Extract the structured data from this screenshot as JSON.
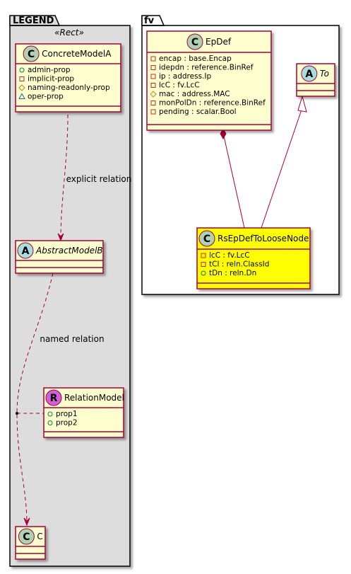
{
  "packages": {
    "legend": {
      "title": "LEGEND",
      "stereotype": "«Rect»"
    },
    "fv": {
      "title": "fv"
    }
  },
  "classes": {
    "concrete_model_a": {
      "kind": "C",
      "name": "ConcreteModelA",
      "italic": false,
      "members": [
        {
          "vis": "+",
          "text": "admin-prop"
        },
        {
          "vis": "-",
          "text": "implicit-prop"
        },
        {
          "vis": "#",
          "text": "naming-readonly-prop"
        },
        {
          "vis": "~",
          "text": "oper-prop"
        }
      ]
    },
    "abstract_model_b": {
      "kind": "A",
      "name": "AbstractModelB",
      "italic": true,
      "members": []
    },
    "relation_model": {
      "kind": "R",
      "name": "RelationModel",
      "italic": false,
      "members": [
        {
          "vis": "+",
          "text": "prop1"
        },
        {
          "vis": "+",
          "text": "prop2"
        }
      ]
    },
    "c": {
      "kind": "C",
      "name": "C",
      "italic": false,
      "members": []
    },
    "ep_def": {
      "kind": "C",
      "name": "EpDef",
      "italic": false,
      "members": [
        {
          "vis": "-",
          "text": "encap : base.Encap"
        },
        {
          "vis": "-",
          "text": "idepdn : reference.BinRef"
        },
        {
          "vis": "-",
          "text": "ip : address.Ip"
        },
        {
          "vis": "-",
          "text": "lcC : fv.LcC"
        },
        {
          "vis": "#",
          "text": "mac : address.MAC"
        },
        {
          "vis": "-",
          "text": "monPolDn : reference.BinRef"
        },
        {
          "vis": "-",
          "text": "pending : scalar.Bool"
        }
      ]
    },
    "to": {
      "kind": "A",
      "name": "To",
      "italic": true,
      "members": []
    },
    "rs_ep_def_to_loose_node": {
      "kind": "C",
      "name": "RsEpDefToLooseNode",
      "italic": false,
      "members": [
        {
          "vis": "-",
          "text": "lcC : fv.LcC"
        },
        {
          "vis": "-",
          "text": "tCl : reln.ClassId"
        },
        {
          "vis": "+",
          "text": "tDn : reln.Dn"
        }
      ]
    }
  },
  "relations": {
    "explicit": {
      "label": "explicit relation"
    },
    "named": {
      "label": "named relation"
    }
  },
  "colors": {
    "class_fill": "#FEFECE",
    "class_border": "#A80036",
    "highlight_fill": "#FFFF00",
    "package_fill": "#DDDDDD",
    "package_border": "#000000",
    "circle_c": "#ADD1B2",
    "circle_a": "#A9DCDF",
    "circle_r": "#D35FD6",
    "edge": "#A80036"
  }
}
